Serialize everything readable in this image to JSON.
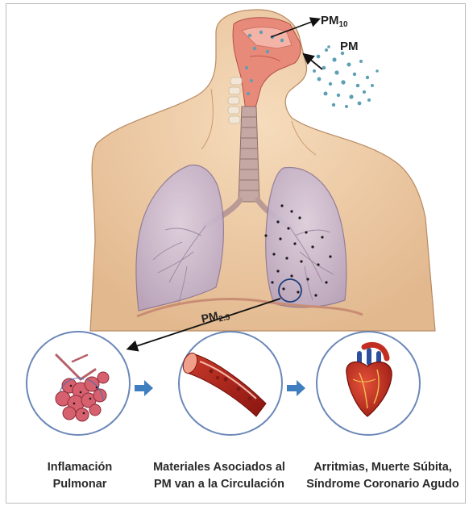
{
  "labels": {
    "pm10_main": "PM",
    "pm10_sub": "10",
    "pm": "PM",
    "pm25_main": "PM",
    "pm25_sub": "2.5"
  },
  "captions": {
    "step1_line1": "Inflamación",
    "step1_line2": "Pulmonar",
    "step2_line1": "Materiales  Asociados al",
    "step2_line2": "PM van a la Circulación",
    "step3_line1": "Arritmias, Muerte Súbita,",
    "step3_line2": "Síndrome Coronario Agudo"
  },
  "colors": {
    "skin": "#f0cfa8",
    "airway": "#e98a7c",
    "lung": "#cbb6cf",
    "particle": "#6aa7b8",
    "flow_arrow": "#3f7fbf",
    "circle_border": "#6b87b8"
  },
  "icons": [
    "alveoli-icon",
    "blood-vessel-icon",
    "heart-icon",
    "right-arrow-icon"
  ]
}
